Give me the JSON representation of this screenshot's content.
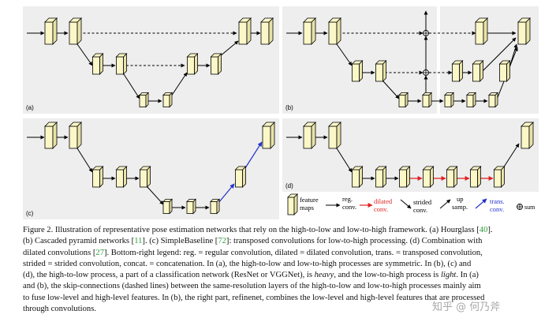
{
  "panels": {
    "a": "(a)",
    "b": "(b)",
    "c": "(c)",
    "d": "(d)"
  },
  "legend": {
    "feature_maps": [
      "feature",
      "maps"
    ],
    "reg_conv": [
      "reg.",
      "conv."
    ],
    "dilated_conv": [
      "dilated",
      "conv."
    ],
    "strided_conv": [
      "strided",
      "conv."
    ],
    "up_samp": [
      "up",
      "samp."
    ],
    "trans_conv": [
      "trans.",
      "conv."
    ],
    "sum": "sum"
  },
  "colors": {
    "panel_bg": "#eeeeee",
    "block_fill": "#fbf7c8",
    "dilated_arrow": "#e02020",
    "trans_arrow": "#2233cc",
    "dilated_text": "#e02020",
    "trans_text": "#2233cc",
    "cite": "#2a9d3a"
  },
  "caption": {
    "l1a": "Figure 2. Illustration of representative pose estimation networks that rely on the high-to-low and low-to-high framework. (a) Hourglass [",
    "l1c": "40",
    "l1d": "].",
    "l2a": "(b) Cascaded pyramid networks [",
    "l2c": "11",
    "l2d": "]. (c) SimpleBaseline [",
    "l2e": "72",
    "l2f": "]: transposed convolutions for low-to-high processing. (d) Combination with",
    "l3a": "dilated convolutions [",
    "l3c": "27",
    "l3d": "]. Bottom-right legend: reg. = regular convolution, dilated = dilated convolution, trans. = transposed convolution,",
    "l4": "strided = strided convolution, concat. = concatenation. In (a), the high-to-low and low-to-high processes are symmetric. In (b), (c) and",
    "l5a": "(d), the high-to-low process, a part of a classification network (ResNet or VGGNet), is ",
    "l5b": "heavy",
    "l5c": ", and the low-to-high process is ",
    "l5d": "light",
    "l5e": ". In (a)",
    "l6": "and (b), the skip-connections (dashed lines) between the same-resolution layers of the high-to-low and low-to-high processes mainly aim",
    "l7": "to fuse low-level and high-level features. In (b), the right part, refinenet, combines the low-level and high-level features that are processed",
    "l8": "through convolutions."
  },
  "watermark": "知乎 @ 何乃斧"
}
